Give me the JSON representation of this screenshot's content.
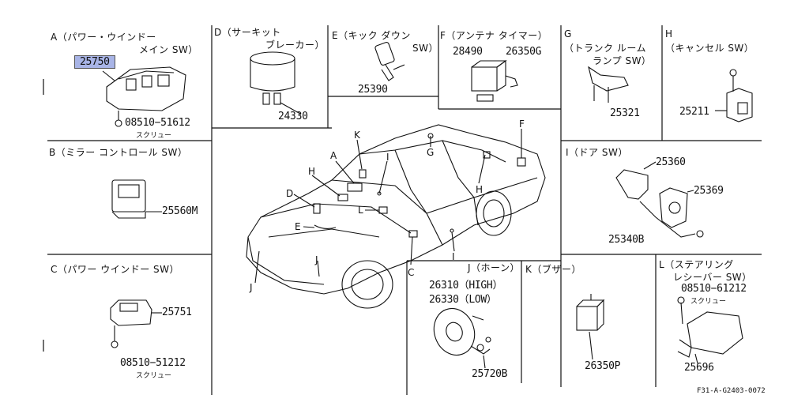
{
  "sections": {
    "A": {
      "letter": "A",
      "name": "（パワー・ウインドー",
      "name2": "メイン SW）",
      "parts": [
        "25750",
        "08510−51612"
      ],
      "note": "スクリュー"
    },
    "B": {
      "letter": "B",
      "name": "（ミラー コントロール SW）",
      "parts": [
        "25560M"
      ]
    },
    "C": {
      "letter": "C",
      "name": "（パワー ウインドー SW）",
      "parts": [
        "25751",
        "08510−51212"
      ],
      "note": "スクリュー"
    },
    "D": {
      "letter": "D",
      "name": "（サーキット",
      "name2": "ブレーカー）",
      "parts": [
        "24330"
      ]
    },
    "E": {
      "letter": "E",
      "name": "（キック ダウン",
      "name2": "SW）",
      "parts": [
        "25390"
      ]
    },
    "F": {
      "letter": "F",
      "name": "（アンテナ タイマー）",
      "parts": [
        "28490",
        "26350G"
      ]
    },
    "G": {
      "letter": "G",
      "name": "（トランク ルーム",
      "name2": "ランプ SW）",
      "parts": [
        "25321"
      ]
    },
    "H": {
      "letter": "H",
      "name": "（キャンセル SW）",
      "parts": [
        "25211"
      ]
    },
    "I": {
      "letter": "I",
      "name": "（ドア SW）",
      "parts": [
        "25360",
        "25369",
        "25340B"
      ]
    },
    "J": {
      "letter": "J",
      "name": "（ホーン）",
      "parts": [
        "26310（HIGH）",
        "26330（LOW）",
        "25720B"
      ]
    },
    "K": {
      "letter": "K",
      "name": "（ブザー）",
      "parts": [
        "26350P"
      ]
    },
    "L": {
      "letter": "L",
      "name": "（ステアリング",
      "name2": "レシーバー SW）",
      "parts": [
        "08510−61212",
        "25696"
      ],
      "note": "スクリュー"
    }
  },
  "car_callouts": [
    "K",
    "G",
    "F",
    "A",
    "H",
    "I",
    "D",
    "L",
    "E",
    "H",
    "C",
    "I",
    "J",
    "J"
  ],
  "diagram_code": "F31-A-G2403-0072",
  "colors": {
    "highlight": "#a8b4e6",
    "line": "#111111"
  }
}
